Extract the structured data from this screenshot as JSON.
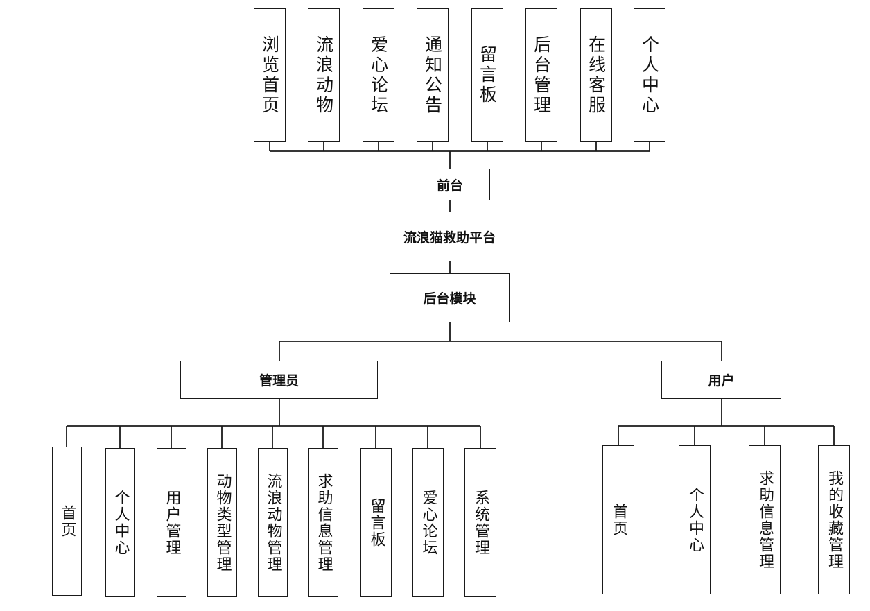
{
  "root": {
    "label": "流浪猫救助平台"
  },
  "frontend": {
    "label": "前台",
    "modules": [
      "浏览首页",
      "流浪动物",
      "爱心论坛",
      "通知公告",
      "留言板",
      "后台管理",
      "在线客服",
      "个人中心"
    ]
  },
  "backend": {
    "label": "后台模块",
    "admin": {
      "label": "管理员",
      "modules": [
        "首页",
        "个人中心",
        "用户管理",
        "动物类型管理",
        "流浪动物管理",
        "求助信息管理",
        "留言板",
        "爱心论坛",
        "系统管理"
      ]
    },
    "user": {
      "label": "用户",
      "modules": [
        "首页",
        "个人中心",
        "求助信息管理",
        "我的收藏管理"
      ]
    }
  }
}
